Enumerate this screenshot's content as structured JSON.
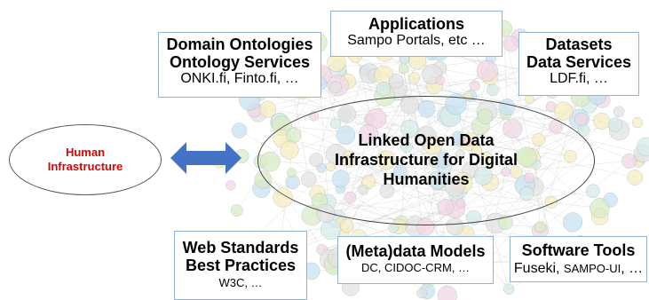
{
  "center": {
    "line1": "Linked Open Data",
    "line2": "Infrastructure for Digital",
    "line3": "Humanities"
  },
  "human": {
    "line1": "Human",
    "line2": "Infrastructure",
    "color": "#e00000"
  },
  "boxes": {
    "applications": {
      "title": "Applications",
      "detail": "Sampo Portals, etc …"
    },
    "ontologies": {
      "title1": "Domain Ontologies",
      "title2": "Ontology Services",
      "detail": "ONKI.fi, Finto.fi, …"
    },
    "datasets": {
      "title1": "Datasets",
      "title2": "Data Services",
      "detail": "LDF.fi, …"
    },
    "web_standards": {
      "title1": "Web Standards",
      "title2": "Best Practices",
      "detail": "W3C, …"
    },
    "models": {
      "title": "(Meta)data Models",
      "detail_a": "DC, CIDOC-CRM, …"
    },
    "software": {
      "title": "Software Tools",
      "detail_a": "Fuseki, ",
      "detail_b": "SAMPO-UI",
      "detail_c": ", …"
    }
  },
  "colors": {
    "arrow": "#4472c4",
    "box_border": "#8fb4d6",
    "accent": "#e00000"
  }
}
